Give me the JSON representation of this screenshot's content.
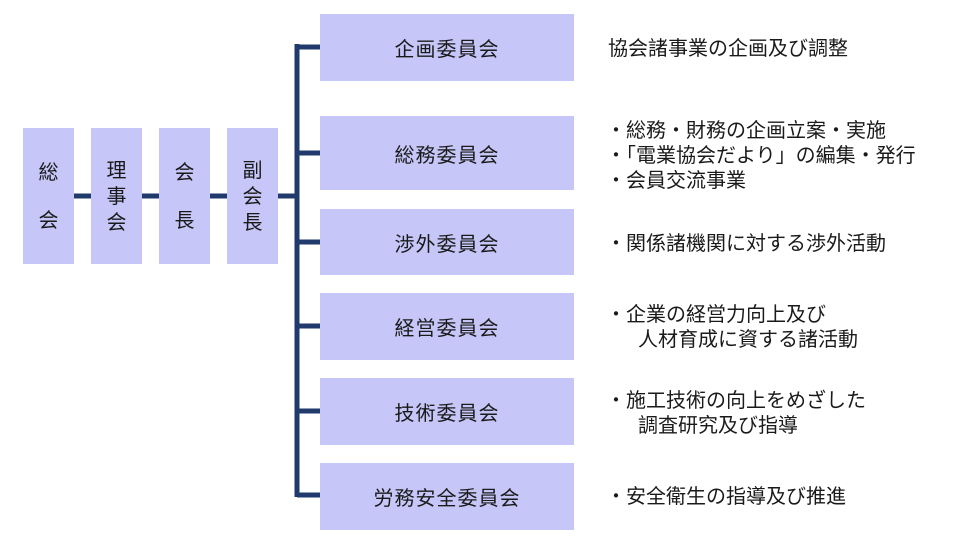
{
  "hierarchy": [
    {
      "label_lines": [
        "総",
        "会"
      ]
    },
    {
      "label_lines": [
        "理",
        "事",
        "会"
      ]
    },
    {
      "label_lines": [
        "会",
        "長"
      ]
    },
    {
      "label_lines": [
        "副",
        "会",
        "長"
      ]
    }
  ],
  "committees": [
    {
      "name": "企画委員会",
      "description": [
        "協会諸事業の企画及び調整"
      ]
    },
    {
      "name": "総務委員会",
      "description": [
        "・総務・財務の企画立案・実施",
        "・「電業協会だより」の編集・発行",
        "・会員交流事業"
      ]
    },
    {
      "name": "渉外委員会",
      "description": [
        "・関係諸機関に対する渉外活動"
      ]
    },
    {
      "name": "経営委員会",
      "description": [
        "・企業の経営力向上及び",
        "人材育成に資する諸活動"
      ]
    },
    {
      "name": "技術委員会",
      "description": [
        "・施工技術の向上をめざした",
        "調査研究及び指導"
      ]
    },
    {
      "name": "労務安全委員会",
      "description": [
        "・安全衛生の指導及び推進"
      ]
    }
  ],
  "colors": {
    "box_fill": "#c6c6f8",
    "connector": "#1f3a6b"
  }
}
